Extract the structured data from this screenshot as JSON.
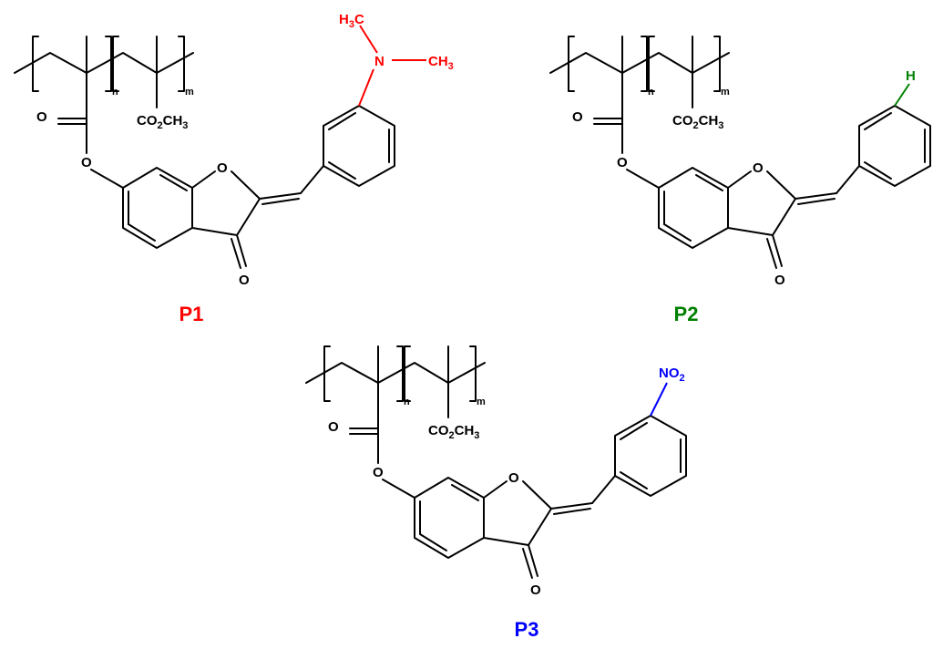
{
  "colors": {
    "p1": "#ff0000",
    "p2": "#008000",
    "p3": "#0000ff",
    "bond": "#000000"
  },
  "atoms": {
    "carbonyl_o": "O",
    "ester_o": "O",
    "ring_o": "O",
    "ketone_o": "O",
    "n_sub": "n",
    "m_sub": "m",
    "co2ch3_co": "CO",
    "co2ch3_2": "2",
    "co2ch3_ch": "CH",
    "co2ch3_3": "3"
  },
  "compounds": [
    {
      "id": "P1",
      "label": "P1",
      "substituent": {
        "h3c_h": "H",
        "h3c_3": "3",
        "h3c_c": "C",
        "n": "N",
        "ch3_ch": "CH",
        "ch3_3": "3"
      }
    },
    {
      "id": "P2",
      "label": "P2",
      "substituent": {
        "h": "H"
      }
    },
    {
      "id": "P3",
      "label": "P3",
      "substituent": {
        "no": "NO",
        "no_2": "2"
      }
    }
  ]
}
